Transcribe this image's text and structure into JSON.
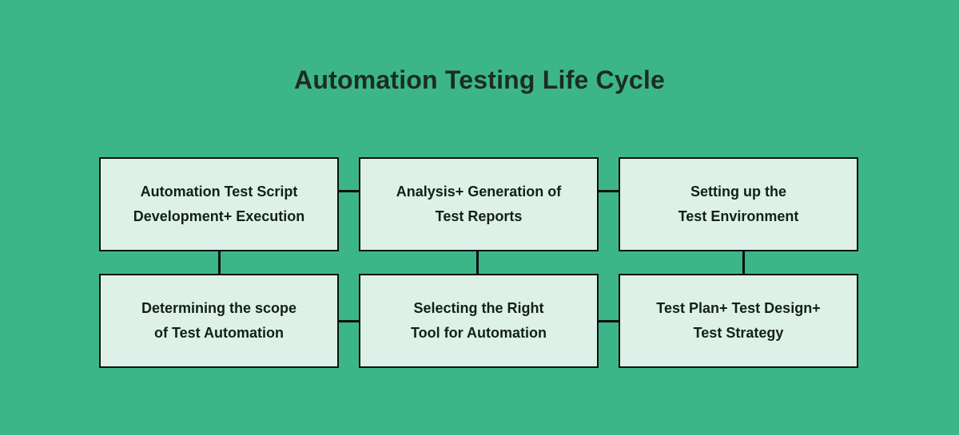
{
  "title": "Automation Testing Life Cycle",
  "colors": {
    "background": "#3cb688",
    "node_fill": "#def1e8",
    "node_border": "#0c1014",
    "connector": "#0c1014",
    "title_text": "#1d2b26",
    "node_text": "#141f1a"
  },
  "diagram": {
    "type": "flowchart-grid",
    "rows": 2,
    "cols": 3,
    "nodes": [
      {
        "id": "automation-test-script-development-execution",
        "row": 1,
        "col": 1,
        "lines": [
          "Automation Test Script",
          "Development+ Execution"
        ]
      },
      {
        "id": "analysis-generation-of-test-reports",
        "row": 1,
        "col": 2,
        "lines": [
          "Analysis+ Generation of",
          "Test Reports"
        ]
      },
      {
        "id": "setting-up-the-test-environment",
        "row": 1,
        "col": 3,
        "lines": [
          "Setting up the",
          "Test Environment"
        ]
      },
      {
        "id": "determining-the-scope-of-test-automation",
        "row": 2,
        "col": 1,
        "lines": [
          "Determining the scope",
          "of Test Automation"
        ]
      },
      {
        "id": "selecting-the-right-tool-for-automation",
        "row": 2,
        "col": 2,
        "lines": [
          "Selecting the Right",
          "Tool for Automation"
        ]
      },
      {
        "id": "test-plan-test-design-test-strategy",
        "row": 2,
        "col": 3,
        "lines": [
          "Test Plan+ Test Design+",
          "Test Strategy"
        ]
      }
    ],
    "connections": [
      {
        "from": "automation-test-script-development-execution",
        "to": "analysis-generation-of-test-reports",
        "orientation": "horizontal"
      },
      {
        "from": "analysis-generation-of-test-reports",
        "to": "setting-up-the-test-environment",
        "orientation": "horizontal"
      },
      {
        "from": "determining-the-scope-of-test-automation",
        "to": "selecting-the-right-tool-for-automation",
        "orientation": "horizontal"
      },
      {
        "from": "selecting-the-right-tool-for-automation",
        "to": "test-plan-test-design-test-strategy",
        "orientation": "horizontal"
      },
      {
        "from": "automation-test-script-development-execution",
        "to": "determining-the-scope-of-test-automation",
        "orientation": "vertical"
      },
      {
        "from": "analysis-generation-of-test-reports",
        "to": "selecting-the-right-tool-for-automation",
        "orientation": "vertical"
      },
      {
        "from": "setting-up-the-test-environment",
        "to": "test-plan-test-design-test-strategy",
        "orientation": "vertical"
      }
    ]
  }
}
